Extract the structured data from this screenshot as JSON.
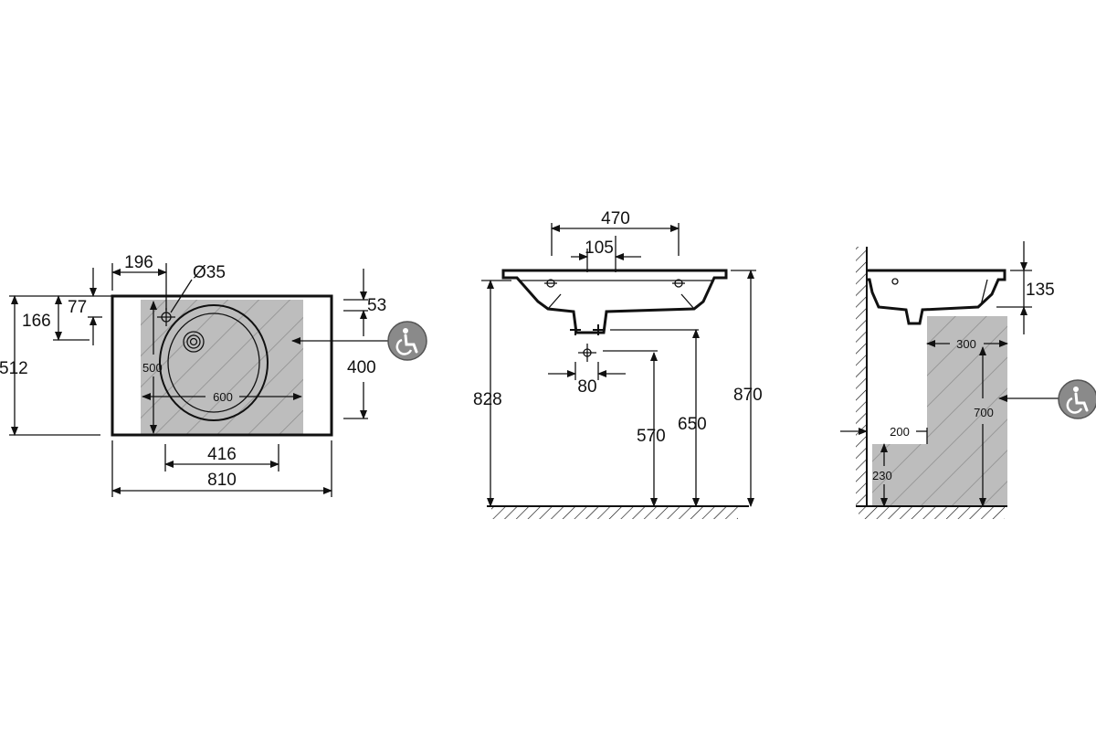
{
  "top_view": {
    "dim_196": "196",
    "dim_dia35": "Ø35",
    "dim_77": "77",
    "dim_166": "166",
    "dim_512": "512",
    "dim_53": "53",
    "dim_400": "400",
    "dim_500": "500",
    "dim_600": "600",
    "dim_416": "416",
    "dim_810": "810"
  },
  "front_view": {
    "dim_470": "470",
    "dim_105": "105",
    "dim_80": "80",
    "dim_828": "828",
    "dim_570": "570",
    "dim_650": "650",
    "dim_870": "870"
  },
  "side_view": {
    "dim_135": "135",
    "dim_300": "300",
    "dim_700": "700",
    "dim_200": "200",
    "dim_230": "230"
  },
  "icons": {
    "accessibility_1": "wheelchair-icon",
    "accessibility_2": "wheelchair-icon"
  },
  "colors": {
    "zone_fill": "#bdbdbd",
    "line": "#111111",
    "icon_bg": "#8a8a8a"
  }
}
